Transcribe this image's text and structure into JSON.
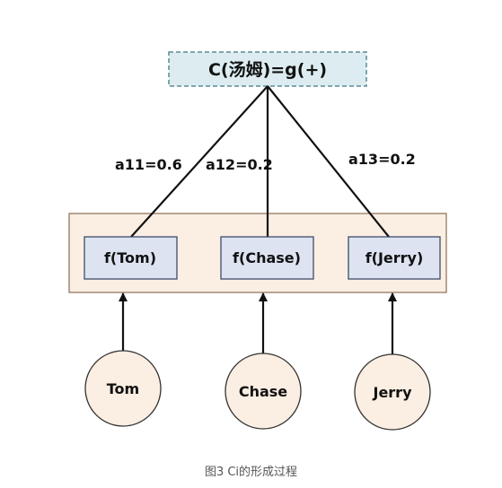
{
  "diagram": {
    "top_node": {
      "label": "C(汤姆)=g(+)",
      "fill": "#dcecf0",
      "border": "#5b8a95"
    },
    "container": {
      "fill": "#fbefe4",
      "border": "#8a6d55"
    },
    "weights": [
      {
        "label": "a11=0.6"
      },
      {
        "label": "a12=0.2"
      },
      {
        "label": "a13=0.2"
      }
    ],
    "f_nodes": [
      {
        "label": "f(Tom)"
      },
      {
        "label": "f(Chase)"
      },
      {
        "label": "f(Jerry)"
      }
    ],
    "f_node_style": {
      "fill": "#dde3f1",
      "border": "#3f4a6a"
    },
    "input_nodes": [
      {
        "label": "Tom"
      },
      {
        "label": "Chase"
      },
      {
        "label": "Jerry"
      }
    ],
    "input_node_style": {
      "fill": "#fbeee2",
      "border": "#333333"
    },
    "edge_color": "#111111",
    "caption": "图3 Ci的形成过程"
  }
}
